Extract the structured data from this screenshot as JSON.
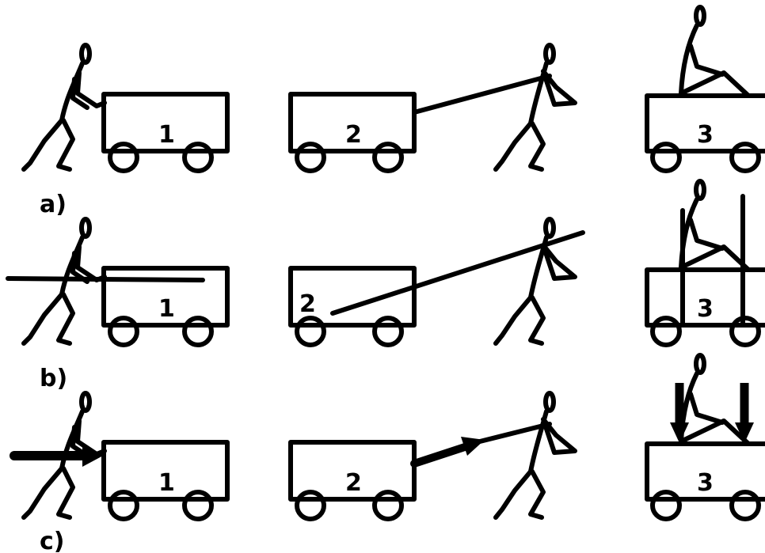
{
  "rows": [
    {
      "label": "a)"
    },
    {
      "label": "b)"
    },
    {
      "label": "c)"
    }
  ],
  "carts": [
    {
      "number": "1"
    },
    {
      "number": "2"
    },
    {
      "number": "3"
    }
  ]
}
